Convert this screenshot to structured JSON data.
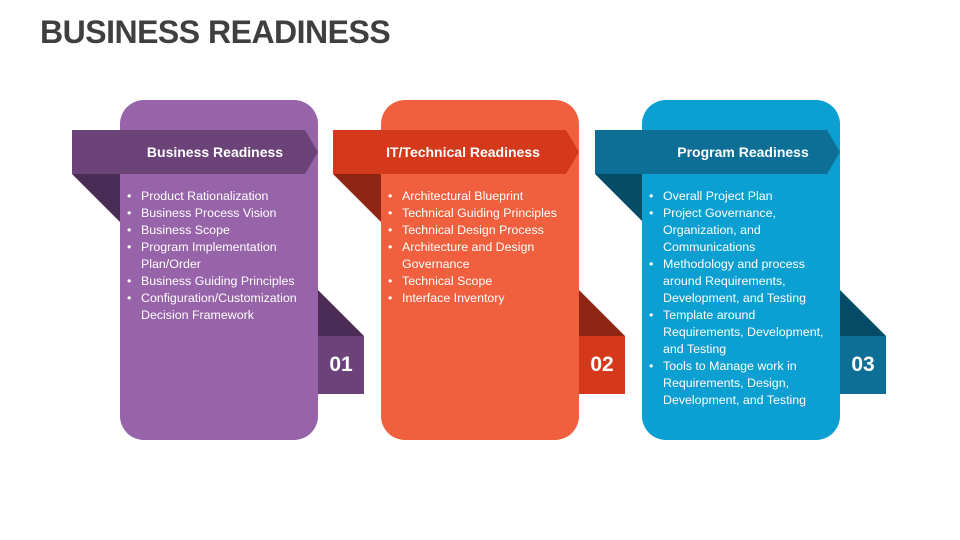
{
  "title": "BUSINESS READINESS",
  "cards": [
    {
      "heading": "Business Readiness",
      "number": "01",
      "colors": {
        "card": "#9763a9",
        "banner": "#6b4379",
        "fold": "#4b2c56"
      },
      "items": [
        "Product Rationalization",
        "Business Process Vision",
        "Business Scope",
        "Program Implementation Plan/Order",
        "Business Guiding Principles",
        "Configuration/Customization Decision Framework"
      ]
    },
    {
      "heading": "IT/Technical Readiness",
      "number": "02",
      "colors": {
        "card": "#f0603e",
        "banner": "#d5391c",
        "fold": "#8e2613"
      },
      "items": [
        "Architectural Blueprint",
        "Technical Guiding Principles",
        "Technical Design Process",
        "Architecture and Design Governance",
        "Technical Scope",
        "Interface Inventory"
      ]
    },
    {
      "heading": "Program Readiness",
      "number": "03",
      "colors": {
        "card": "#0b9fd2",
        "banner": "#0d6f96",
        "fold": "#074c67"
      },
      "items": [
        "Overall Project Plan",
        "Project Governance, Organization, and Communications",
        "Methodology and process around Requirements, Development, and Testing",
        "Template around Requirements, Development, and Testing",
        "Tools to Manage work in Requirements, Design, Development, and Testing"
      ]
    }
  ]
}
